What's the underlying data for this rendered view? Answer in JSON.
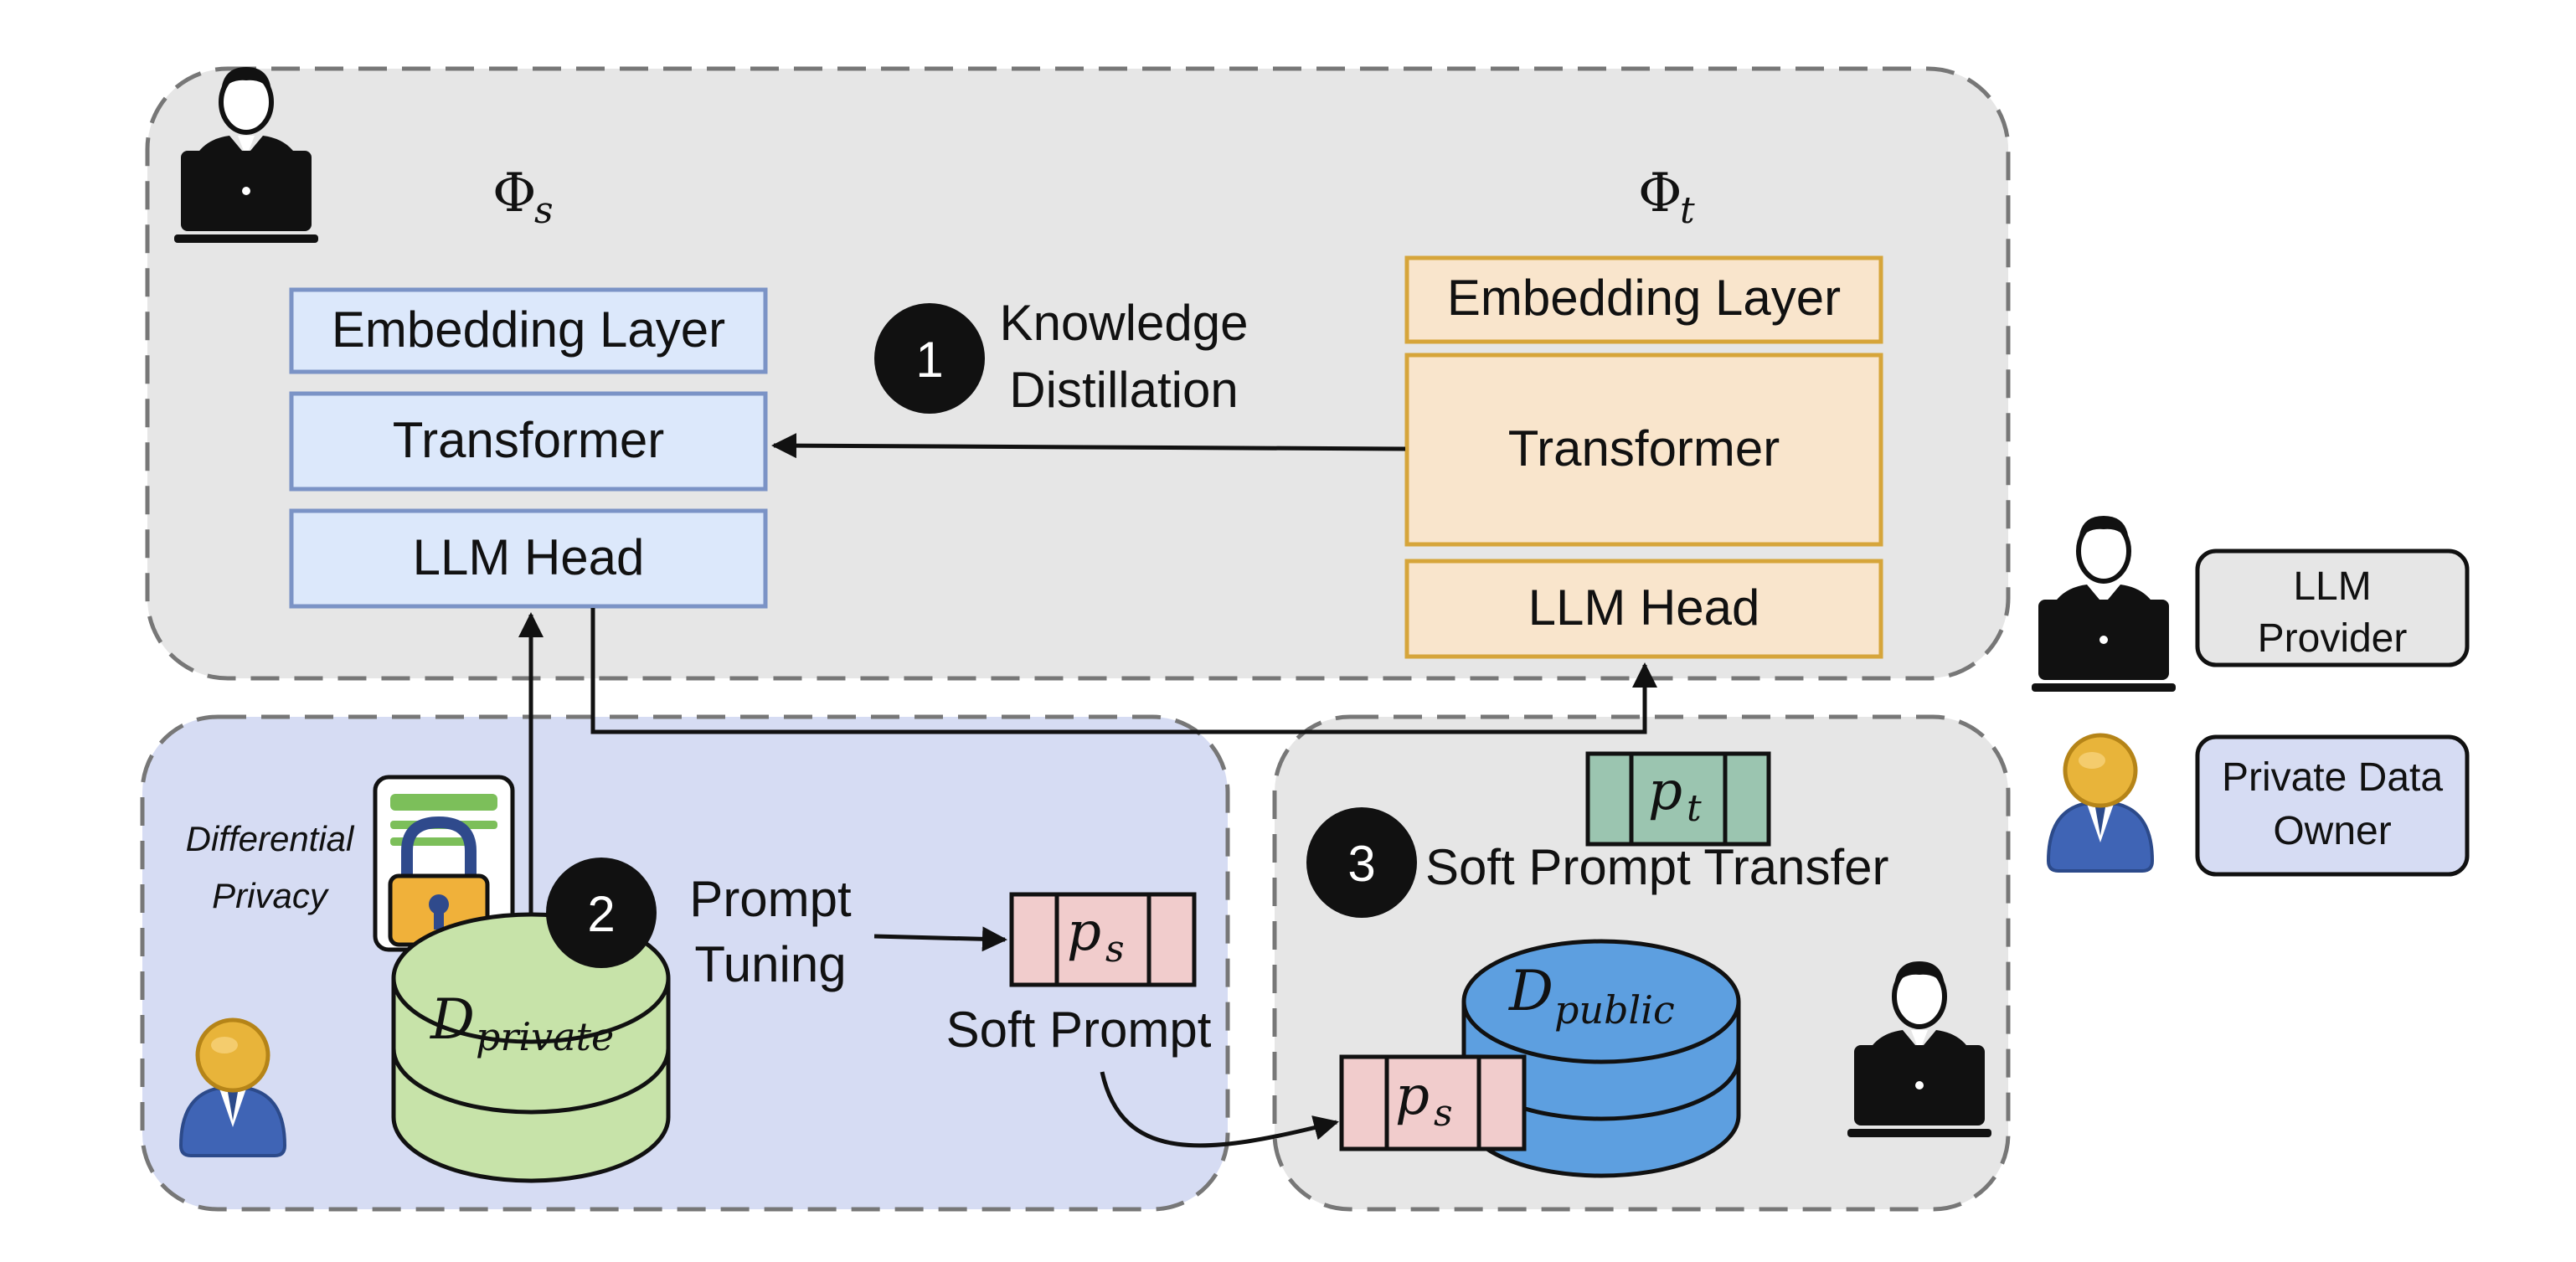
{
  "student": {
    "symbol": "Φ",
    "symbol_sub": "s",
    "embedding": "Embedding Layer",
    "transformer": "Transformer",
    "head": "LLM Head"
  },
  "teacher": {
    "symbol": "Φ",
    "symbol_sub": "t",
    "embedding": "Embedding Layer",
    "transformer": "Transformer",
    "head": "LLM Head"
  },
  "steps": [
    {
      "number": "1",
      "line1": "Knowledge",
      "line2": "Distillation"
    },
    {
      "number": "2",
      "line1": "Prompt",
      "line2": "Tuning"
    },
    {
      "number": "3",
      "line1": "Soft Prompt Transfer"
    }
  ],
  "private_region": {
    "dp_line1": "Differential",
    "dp_line2": "Privacy",
    "dataset": "D",
    "dataset_sub": "private",
    "soft_prompt_label": "Soft Prompt",
    "prompt_symbol": "p",
    "prompt_sub": "s"
  },
  "public_region": {
    "dataset": "D",
    "dataset_sub": "public",
    "teacher_prompt_symbol": "p",
    "teacher_prompt_sub": "t",
    "student_prompt_symbol": "p",
    "student_prompt_sub": "s"
  },
  "legend": {
    "provider_line1": "LLM",
    "provider_line2": "Provider",
    "owner_line1": "Private Data",
    "owner_line2": "Owner"
  },
  "colors": {
    "provider_region": "#e6e6e6",
    "private_region": "#d6dcf3",
    "student_box": "#dce8fb",
    "student_border": "#7b93c6",
    "teacher_box": "#f9e5cc",
    "teacher_border": "#d6a53a",
    "prompt_pink": "#f1cccc",
    "prompt_green": "#9bc5b0",
    "dataset_green": "#c7e3a9",
    "dataset_blue": "#5d9fe0"
  }
}
